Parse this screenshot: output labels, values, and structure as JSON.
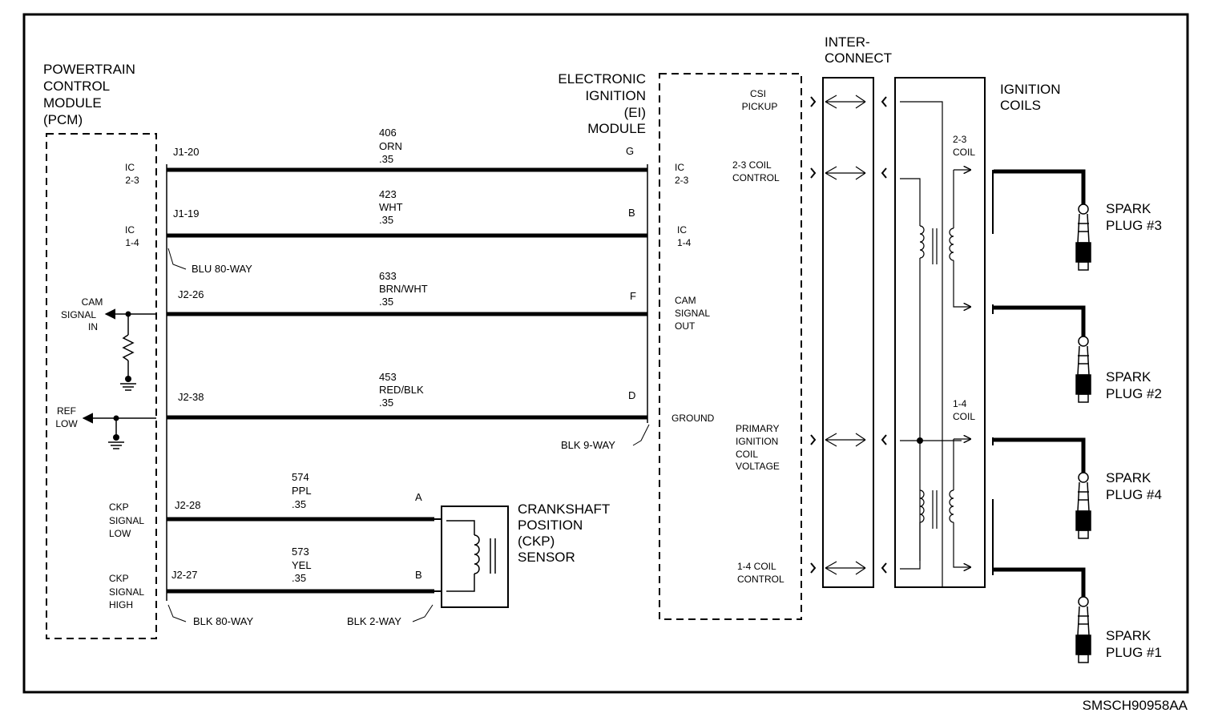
{
  "pcm": {
    "title": [
      "POWERTRAIN",
      "CONTROL",
      "MODULE",
      "(PCM)"
    ],
    "ic23": [
      "IC",
      "2-3"
    ],
    "ic14": [
      "IC",
      "1-4"
    ],
    "cam_in": [
      "CAM",
      "SIGNAL",
      "IN"
    ],
    "ref_low": [
      "REF",
      "LOW"
    ],
    "ckp_low": [
      "CKP",
      "SIGNAL",
      "LOW"
    ],
    "ckp_high": [
      "CKP",
      "SIGNAL",
      "HIGH"
    ]
  },
  "connectors": {
    "blu80": "BLU 80-WAY",
    "blk9": "BLK 9-WAY",
    "blk80": "BLK 80-WAY",
    "blk2": "BLK 2-WAY"
  },
  "wires": [
    {
      "pin": "J1-20",
      "circuit": "406",
      "color": "ORN",
      "gauge": ".35",
      "ei_pin": "G"
    },
    {
      "pin": "J1-19",
      "circuit": "423",
      "color": "WHT",
      "gauge": ".35",
      "ei_pin": "B"
    },
    {
      "pin": "J2-26",
      "circuit": "633",
      "color": "BRN/WHT",
      "gauge": ".35",
      "ei_pin": "F"
    },
    {
      "pin": "J2-38",
      "circuit": "453",
      "color": "RED/BLK",
      "gauge": ".35",
      "ei_pin": "D"
    },
    {
      "pin": "J2-28",
      "circuit": "574",
      "color": "PPL",
      "gauge": ".35",
      "ei_pin": "A"
    },
    {
      "pin": "J2-27",
      "circuit": "573",
      "color": "YEL",
      "gauge": ".35",
      "ei_pin": "B"
    }
  ],
  "ei": {
    "title": [
      "ELECTRONIC",
      "IGNITION",
      "(EI)",
      "MODULE"
    ],
    "ic23": [
      "IC",
      "2-3"
    ],
    "ic14": [
      "IC",
      "1-4"
    ],
    "cam_out": [
      "CAM",
      "SIGNAL",
      "OUT"
    ],
    "ground": "GROUND",
    "csi": [
      "CSI",
      "PICKUP"
    ],
    "coil23": [
      "2-3 COIL",
      "CONTROL"
    ],
    "primary": [
      "PRIMARY",
      "IGNITION",
      "COIL",
      "VOLTAGE"
    ],
    "coil14": [
      "1-4 COIL",
      "CONTROL"
    ]
  },
  "interconnect": [
    "INTER-",
    "CONNECT"
  ],
  "coils": {
    "title": [
      "IGNITION",
      "COILS"
    ],
    "coil23": [
      "2-3",
      "COIL"
    ],
    "coil14": [
      "1-4",
      "COIL"
    ]
  },
  "ckp": [
    "CRANKSHAFT",
    "POSITION",
    "(CKP)",
    "SENSOR"
  ],
  "plugs": [
    [
      "SPARK",
      "PLUG #3"
    ],
    [
      "SPARK",
      "PLUG #2"
    ],
    [
      "SPARK",
      "PLUG #4"
    ],
    [
      "SPARK",
      "PLUG #1"
    ]
  ],
  "figure_code": "SMSCH90958AA"
}
